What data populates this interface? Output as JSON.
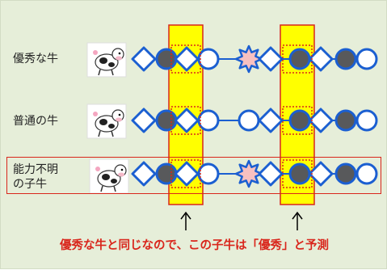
{
  "rows": [
    {
      "label": "優秀な牛",
      "symbols": [
        "diamond",
        "circle",
        "diamond",
        "circle",
        "star",
        "diamond",
        "circle",
        "diamond",
        "circle",
        "circle"
      ]
    },
    {
      "label": "普通の牛",
      "symbols": [
        "diamond",
        "circle",
        "diamond",
        "circle",
        "circle",
        "diamond",
        "circle",
        "diamond",
        "circle",
        "circle"
      ]
    },
    {
      "label_lines": [
        "能力不明",
        "の子牛"
      ],
      "symbols": [
        "diamond",
        "circle",
        "diamond",
        "circle",
        "star",
        "diamond",
        "circle",
        "diamond",
        "circle",
        "circle"
      ]
    }
  ],
  "caption": "優秀な牛と同じなので、この子牛は「優秀」と予測",
  "colors": {
    "background": "#e6eed9",
    "blue": "#1b5fd1",
    "fill": "#ffffff",
    "dark_gray": "#58595b",
    "star_fill": "#f8c0c0",
    "highlight": "#ffff00",
    "border_red": "#d9261c"
  }
}
